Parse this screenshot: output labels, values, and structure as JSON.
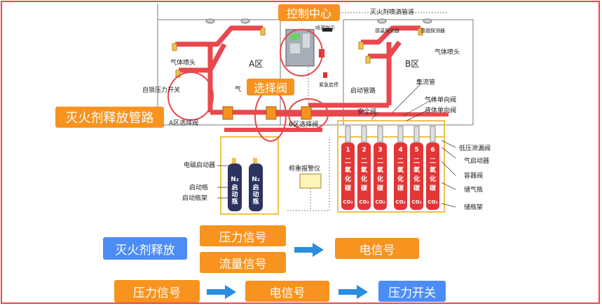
{
  "title_boxes": {
    "control_center": "控制中心",
    "selector_valve": "选择阀",
    "release_pipe": "灭火剂释放管路"
  },
  "top": {
    "alarm_bus": "灭火剂喷洒管道",
    "release_indicator": "喷洒指示",
    "temp_detector": "感温探测器",
    "smoke_detector": "感烟探测器",
    "emergency_start": "紧急启停"
  },
  "zones": {
    "a": "A区",
    "b": "B区"
  },
  "labels": {
    "nozzle_a": "气体喷头",
    "nozzle_mid": "气",
    "nozzle_b": "气体喷头",
    "self_lock_switch": "自锁压力开关",
    "a_valve": "A区选择阀",
    "b_valve": "B区选择阀",
    "start_pipe": "启动管路",
    "manifold": "集流管",
    "gas_check_valve": "气体单向阀",
    "safety_valve": "安全阀",
    "liquid_check_valve": "液体单向阀",
    "solenoid_starter": "电磁启动器",
    "start_bottle": "启动瓶",
    "start_rack": "启动瓶架",
    "weighing_alarm": "称重报警仪",
    "low_pressure_vent": "低压泄漏阀",
    "gas_starter": "气启动器",
    "container_valve": "容器阀",
    "storage_bottle": "储气瓶",
    "bottle_rack": "储瓶架"
  },
  "n2_bottles": [
    {
      "label": "N₂",
      "text": "启动瓶"
    },
    {
      "label": "N₂",
      "text": "启动瓶"
    }
  ],
  "co2_bottles": [
    {
      "num": "1",
      "lines": [
        "二",
        "氧",
        "化",
        "碳"
      ],
      "formula": "CO₂"
    },
    {
      "num": "2",
      "lines": [
        "二",
        "氧",
        "化",
        "碳"
      ],
      "formula": "CO₂"
    },
    {
      "num": "3",
      "lines": [
        "二",
        "氧",
        "化",
        "碳"
      ],
      "formula": "CO₂"
    },
    {
      "num": "4",
      "lines": [
        "二",
        "氧",
        "化",
        "碳"
      ],
      "formula": "CO₂"
    },
    {
      "num": "5",
      "lines": [
        "二",
        "氧",
        "化",
        "碳"
      ],
      "formula": "CO₂"
    },
    {
      "num": "6",
      "lines": [
        "二",
        "氧",
        "化",
        "碳"
      ],
      "formula": "CO₂"
    }
  ],
  "flow_row1": {
    "start": "灭火剂释放",
    "mid_top": "压力信号",
    "mid_bottom": "流量信号",
    "end": "电信号"
  },
  "flow_row2": {
    "a": "压力信号",
    "b": "电信号",
    "c": "压力开关"
  },
  "colors": {
    "frame": "#e8484c",
    "pipe": "#e8484c",
    "orange": "#f7931e",
    "blue": "#4c8cf5",
    "arrow_blue": "#2a8de0",
    "bottle_red": "#e23636",
    "bottle_navy": "#2c3360",
    "rack_yellow": "#f2c24c"
  }
}
